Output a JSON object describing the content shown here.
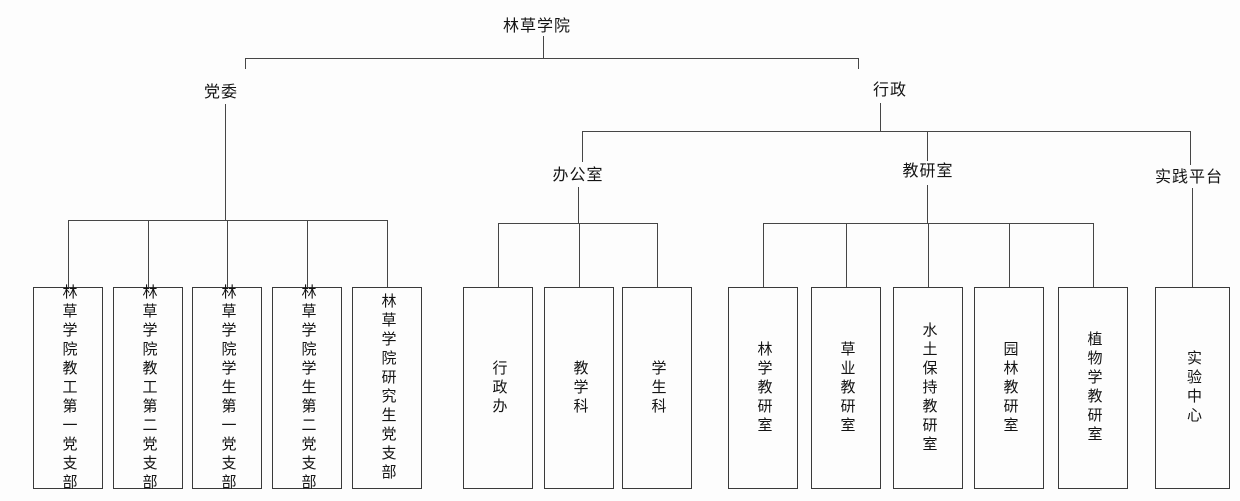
{
  "diagram": {
    "type": "org-chart",
    "root": {
      "label": "林草学院"
    },
    "party": {
      "label": "党委",
      "children": [
        "林草学院教工第一党支部",
        "林草学院教工第二党支部",
        "林草学院学生第一党支部",
        "林草学院学生第二党支部",
        "林草学院研究生党支部"
      ]
    },
    "admin": {
      "label": "行政",
      "office": {
        "label": "办公室",
        "children": [
          "行政办",
          "教学科",
          "学生科"
        ]
      },
      "teaching_research": {
        "label": "教研室",
        "children": [
          "林学教研室",
          "草业教研室",
          "水土保持教研室",
          "园林教研室",
          "植物学教研室"
        ]
      },
      "practice": {
        "label": "实践平台",
        "children": [
          "实验中心"
        ]
      }
    },
    "colors": {
      "line": "#464646",
      "text": "#141414",
      "background": "#fdfdfd"
    }
  }
}
